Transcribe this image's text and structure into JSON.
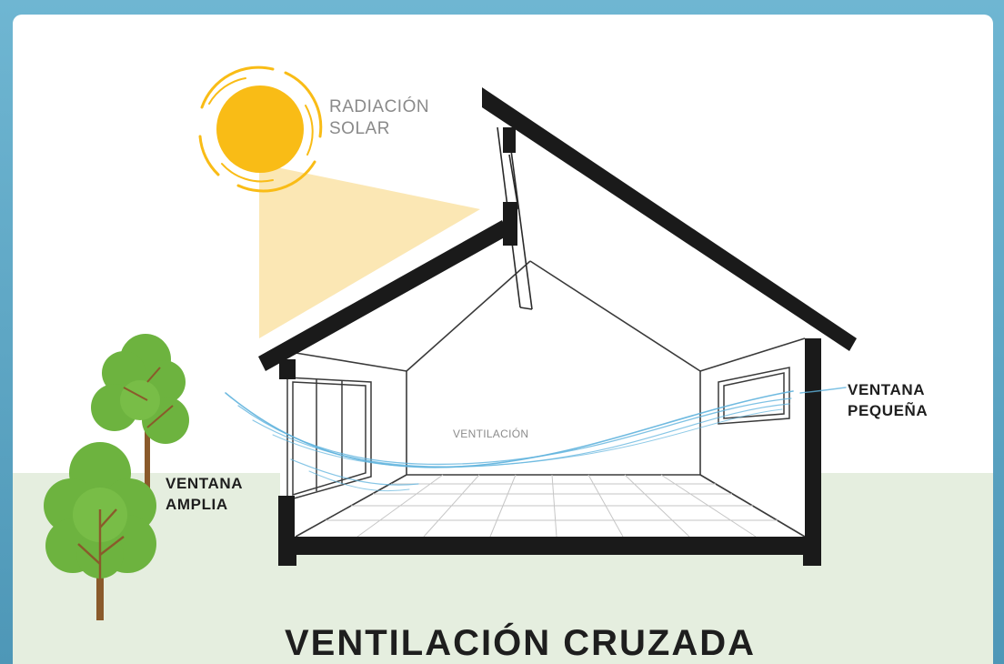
{
  "labels": {
    "solar_line1": "RADIACIÓN",
    "solar_line2": "SOLAR",
    "ventilation": "VENTILACIÓN",
    "small_window_line1": "VENTANA",
    "small_window_line2": "PEQUEÑA",
    "wide_window_line1": "VENTANA",
    "wide_window_line2": "AMPLIA",
    "title": "VENTILACIÓN CRUZADA"
  },
  "colors": {
    "frame_border": "#5aa7c5",
    "ground": "#e5eedf",
    "sun": "#f9bc16",
    "sun_beam": "#fbe6b0",
    "house_outline": "#1a1a1a",
    "airflow": "#5fb3dd",
    "tree_foliage": "#6db33f",
    "tree_trunk": "#8a5a2b"
  },
  "icons": {
    "sun": "sun-icon",
    "house": "house-cross-section",
    "airflow": "airflow-lines",
    "trees": "tree-icon"
  }
}
